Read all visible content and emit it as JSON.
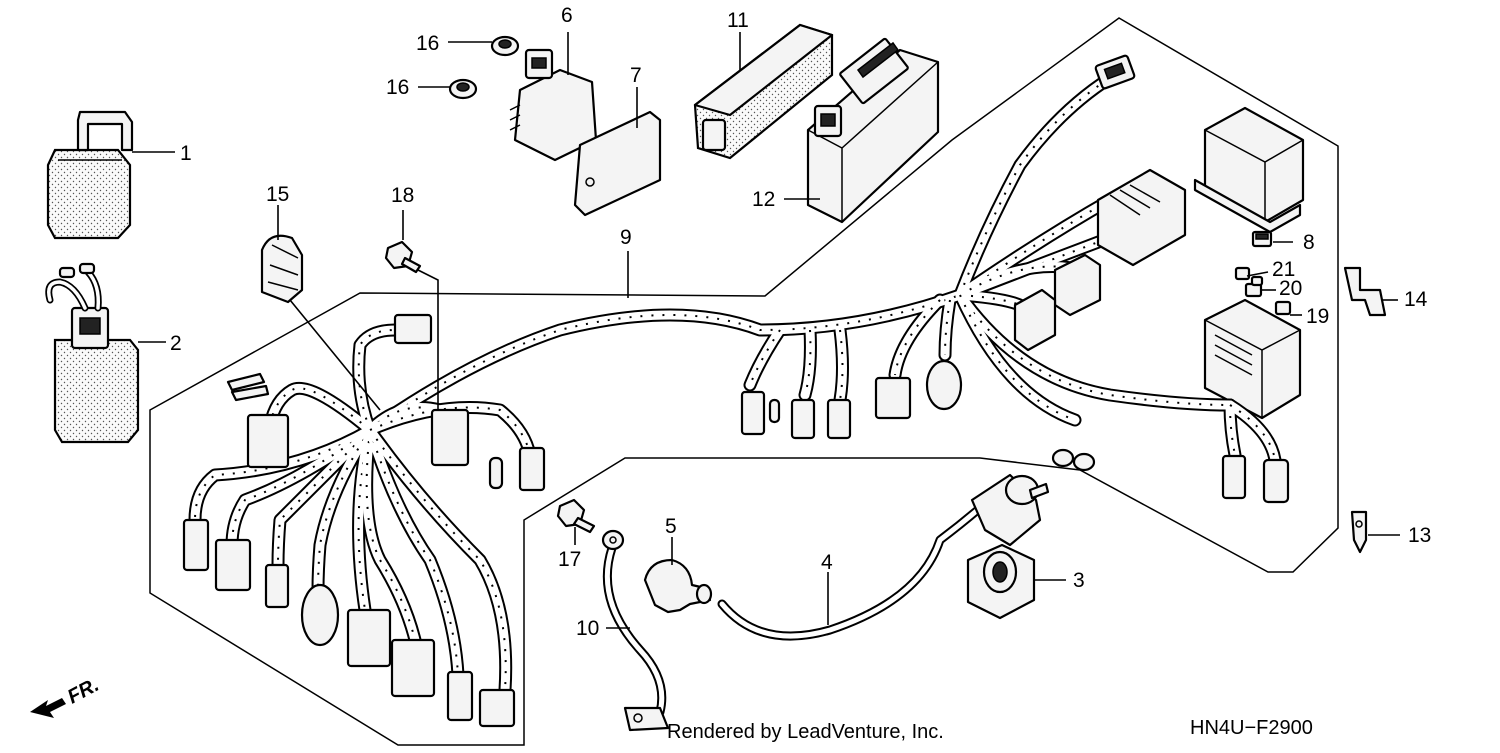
{
  "diagram": {
    "part_numbers": [
      {
        "id": "1",
        "label": "1"
      },
      {
        "id": "2",
        "label": "2"
      },
      {
        "id": "3",
        "label": "3"
      },
      {
        "id": "4",
        "label": "4"
      },
      {
        "id": "5",
        "label": "5"
      },
      {
        "id": "6",
        "label": "6"
      },
      {
        "id": "7",
        "label": "7"
      },
      {
        "id": "8",
        "label": "8"
      },
      {
        "id": "9",
        "label": "9"
      },
      {
        "id": "10",
        "label": "10"
      },
      {
        "id": "11",
        "label": "11"
      },
      {
        "id": "12",
        "label": "12"
      },
      {
        "id": "13",
        "label": "13"
      },
      {
        "id": "14",
        "label": "14"
      },
      {
        "id": "15",
        "label": "15"
      },
      {
        "id": "16a",
        "label": "16"
      },
      {
        "id": "16b",
        "label": "16"
      },
      {
        "id": "17",
        "label": "17"
      },
      {
        "id": "18",
        "label": "18"
      },
      {
        "id": "19",
        "label": "19"
      },
      {
        "id": "20",
        "label": "20"
      },
      {
        "id": "21",
        "label": "21"
      }
    ],
    "front_indicator": "FR.",
    "diagram_code": "HN4U−F2900",
    "watermark": "Rendered by LeadVenture, Inc."
  }
}
